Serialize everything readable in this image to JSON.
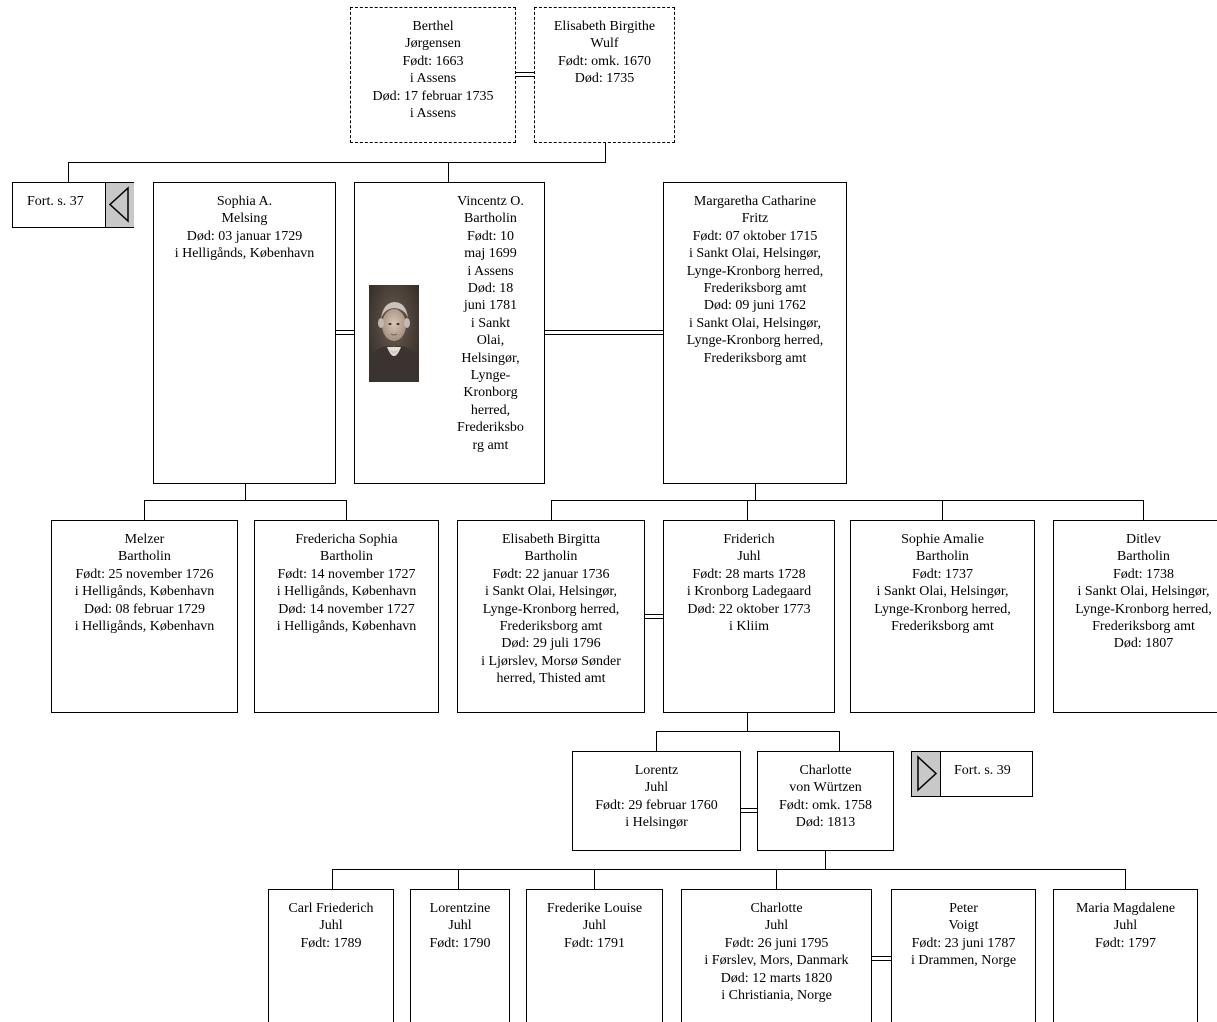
{
  "persons": {
    "berthel": [
      "Berthel",
      "Jørgensen",
      "Født: 1663",
      "i Assens",
      "Død: 17 februar 1735",
      "i Assens"
    ],
    "elisabeth_wulf": [
      "Elisabeth Birgithe",
      "Wulf",
      "Født: omk. 1670",
      "Død: 1735"
    ],
    "sophia_melsing": [
      "Sophia A.",
      "Melsing",
      "Død: 03 januar 1729",
      "i Helligånds, København"
    ],
    "vincentz": [
      "Vincentz O.",
      "Bartholin",
      "Født: 10",
      "maj 1699",
      "i Assens",
      "Død: 18",
      "juni 1781",
      "i Sankt",
      "Olai,",
      "Helsingør,",
      "Lynge-",
      "Kronborg",
      "herred,",
      "Frederiksbo",
      "rg amt"
    ],
    "margaretha": [
      "Margaretha Catharine",
      "Fritz",
      "Født: 07 oktober 1715",
      "i Sankt Olai, Helsingør,",
      "Lynge-Kronborg herred,",
      "Frederiksborg amt",
      "Død: 09 juni 1762",
      "i Sankt Olai, Helsingør,",
      "Lynge-Kronborg herred,",
      "Frederiksborg amt"
    ],
    "melzer": [
      "Melzer",
      "Bartholin",
      "Født: 25 november 1726",
      "i Helligånds, København",
      "Død: 08 februar 1729",
      "i Helligånds, København"
    ],
    "fredericha": [
      "Fredericha Sophia",
      "Bartholin",
      "Født: 14 november 1727",
      "i Helligånds, København",
      "Død: 14 november 1727",
      "i Helligånds, København"
    ],
    "elisabeth_birgitta": [
      "Elisabeth Birgitta",
      "Bartholin",
      "Født: 22 januar 1736",
      "i Sankt Olai, Helsingør,",
      "Lynge-Kronborg herred,",
      "Frederiksborg amt",
      "Død: 29 juli 1796",
      "i Ljørslev, Morsø Sønder",
      "herred, Thisted amt"
    ],
    "friderich": [
      "Friderich",
      "Juhl",
      "Født: 28 marts 1728",
      "i Kronborg Ladegaard",
      "Død: 22 oktober 1773",
      "i Kliim"
    ],
    "sophie_amalie": [
      "Sophie Amalie",
      "Bartholin",
      "Født: 1737",
      "i Sankt Olai, Helsingør,",
      "Lynge-Kronborg herred,",
      "Frederiksborg amt"
    ],
    "ditlev": [
      "Ditlev",
      "Bartholin",
      "Født: 1738",
      "i Sankt Olai, Helsingør,",
      "Lynge-Kronborg herred,",
      "Frederiksborg amt",
      "Død: 1807"
    ],
    "lorentz": [
      "Lorentz",
      "Juhl",
      "Født: 29 februar 1760",
      "i Helsingør"
    ],
    "charlotte_w": [
      "Charlotte",
      "von Würtzen",
      "Født: omk. 1758",
      "Død: 1813"
    ],
    "carl": [
      "Carl Friederich",
      "Juhl",
      "Født: 1789"
    ],
    "lorentzine": [
      "Lorentzine",
      "Juhl",
      "Født: 1790"
    ],
    "frederike": [
      "Frederike Louise",
      "Juhl",
      "Født: 1791"
    ],
    "charlotte_j": [
      "Charlotte",
      "Juhl",
      "Født: 26 juni 1795",
      "i Førslev, Mors, Danmark",
      "Død: 12 marts 1820",
      "i Christiania, Norge"
    ],
    "peter": [
      "Peter",
      "Voigt",
      "Født: 23 juni 1787",
      "i Drammen, Norge"
    ],
    "maria": [
      "Maria Magdalene",
      "Juhl",
      "Født: 1797"
    ]
  },
  "links": {
    "left": "Fort. s. 37",
    "right": "Fort. s. 39"
  },
  "colors": {
    "line": "#000000",
    "arrow_fill": "#c8c8c8",
    "background": "#ffffff"
  }
}
